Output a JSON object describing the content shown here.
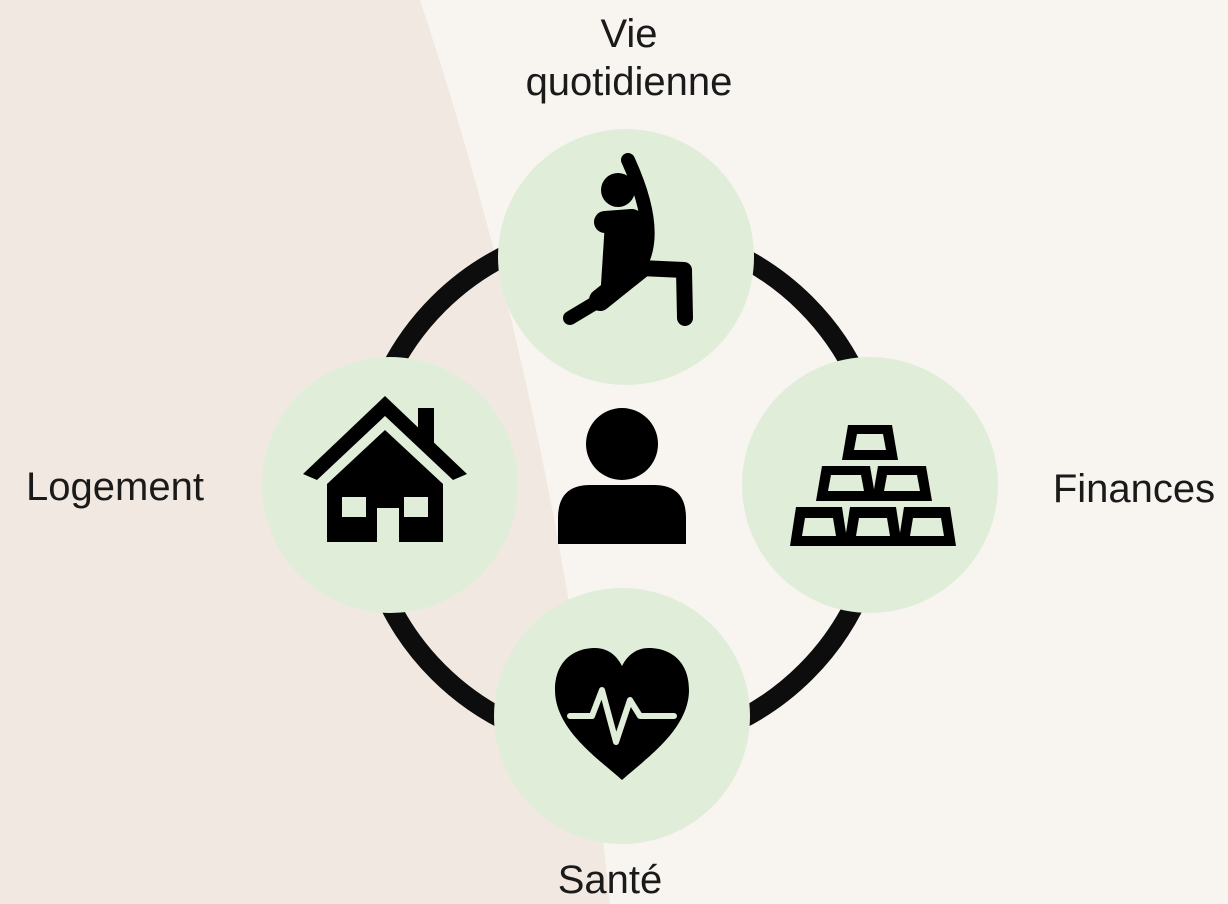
{
  "diagram": {
    "center": {
      "icon": "person-icon"
    },
    "nodes": {
      "top": {
        "label_line1": "Vie",
        "label_line2": "quotidienne",
        "icon": "yoga-pose-icon"
      },
      "right": {
        "label": "Finances",
        "icon": "gold-bars-icon"
      },
      "bottom": {
        "label": "Santé",
        "icon": "heart-pulse-icon"
      },
      "left": {
        "label": "Logement",
        "icon": "house-icon"
      }
    }
  },
  "colors": {
    "background": "#f8f5f0",
    "background_wedge": "#f1e9e1",
    "node_fill": "#e0eed9",
    "ring_stroke": "#0d0d0d",
    "icon_fill": "#000000"
  }
}
